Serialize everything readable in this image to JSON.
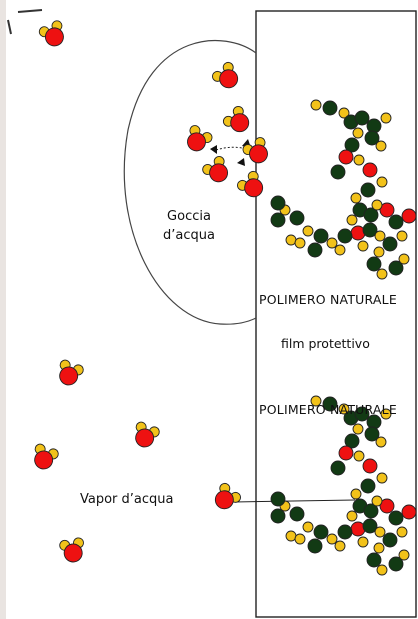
{
  "labels": {
    "droplet_line1": "Goccia",
    "droplet_line2": "d’acqua",
    "polymer_top": "POLIMERO NATURALE",
    "film": "film protettivo",
    "polymer_bottom": "POLIMERO NATURALE",
    "vapor": "Vapor d’acqua"
  },
  "colors": {
    "background": "#e9e4e1",
    "panel": "#ffffff",
    "oxygen": "#ee1111",
    "hydrogen": "#f2c21a",
    "polymer": "#123a14",
    "outline": "#222222"
  }
}
